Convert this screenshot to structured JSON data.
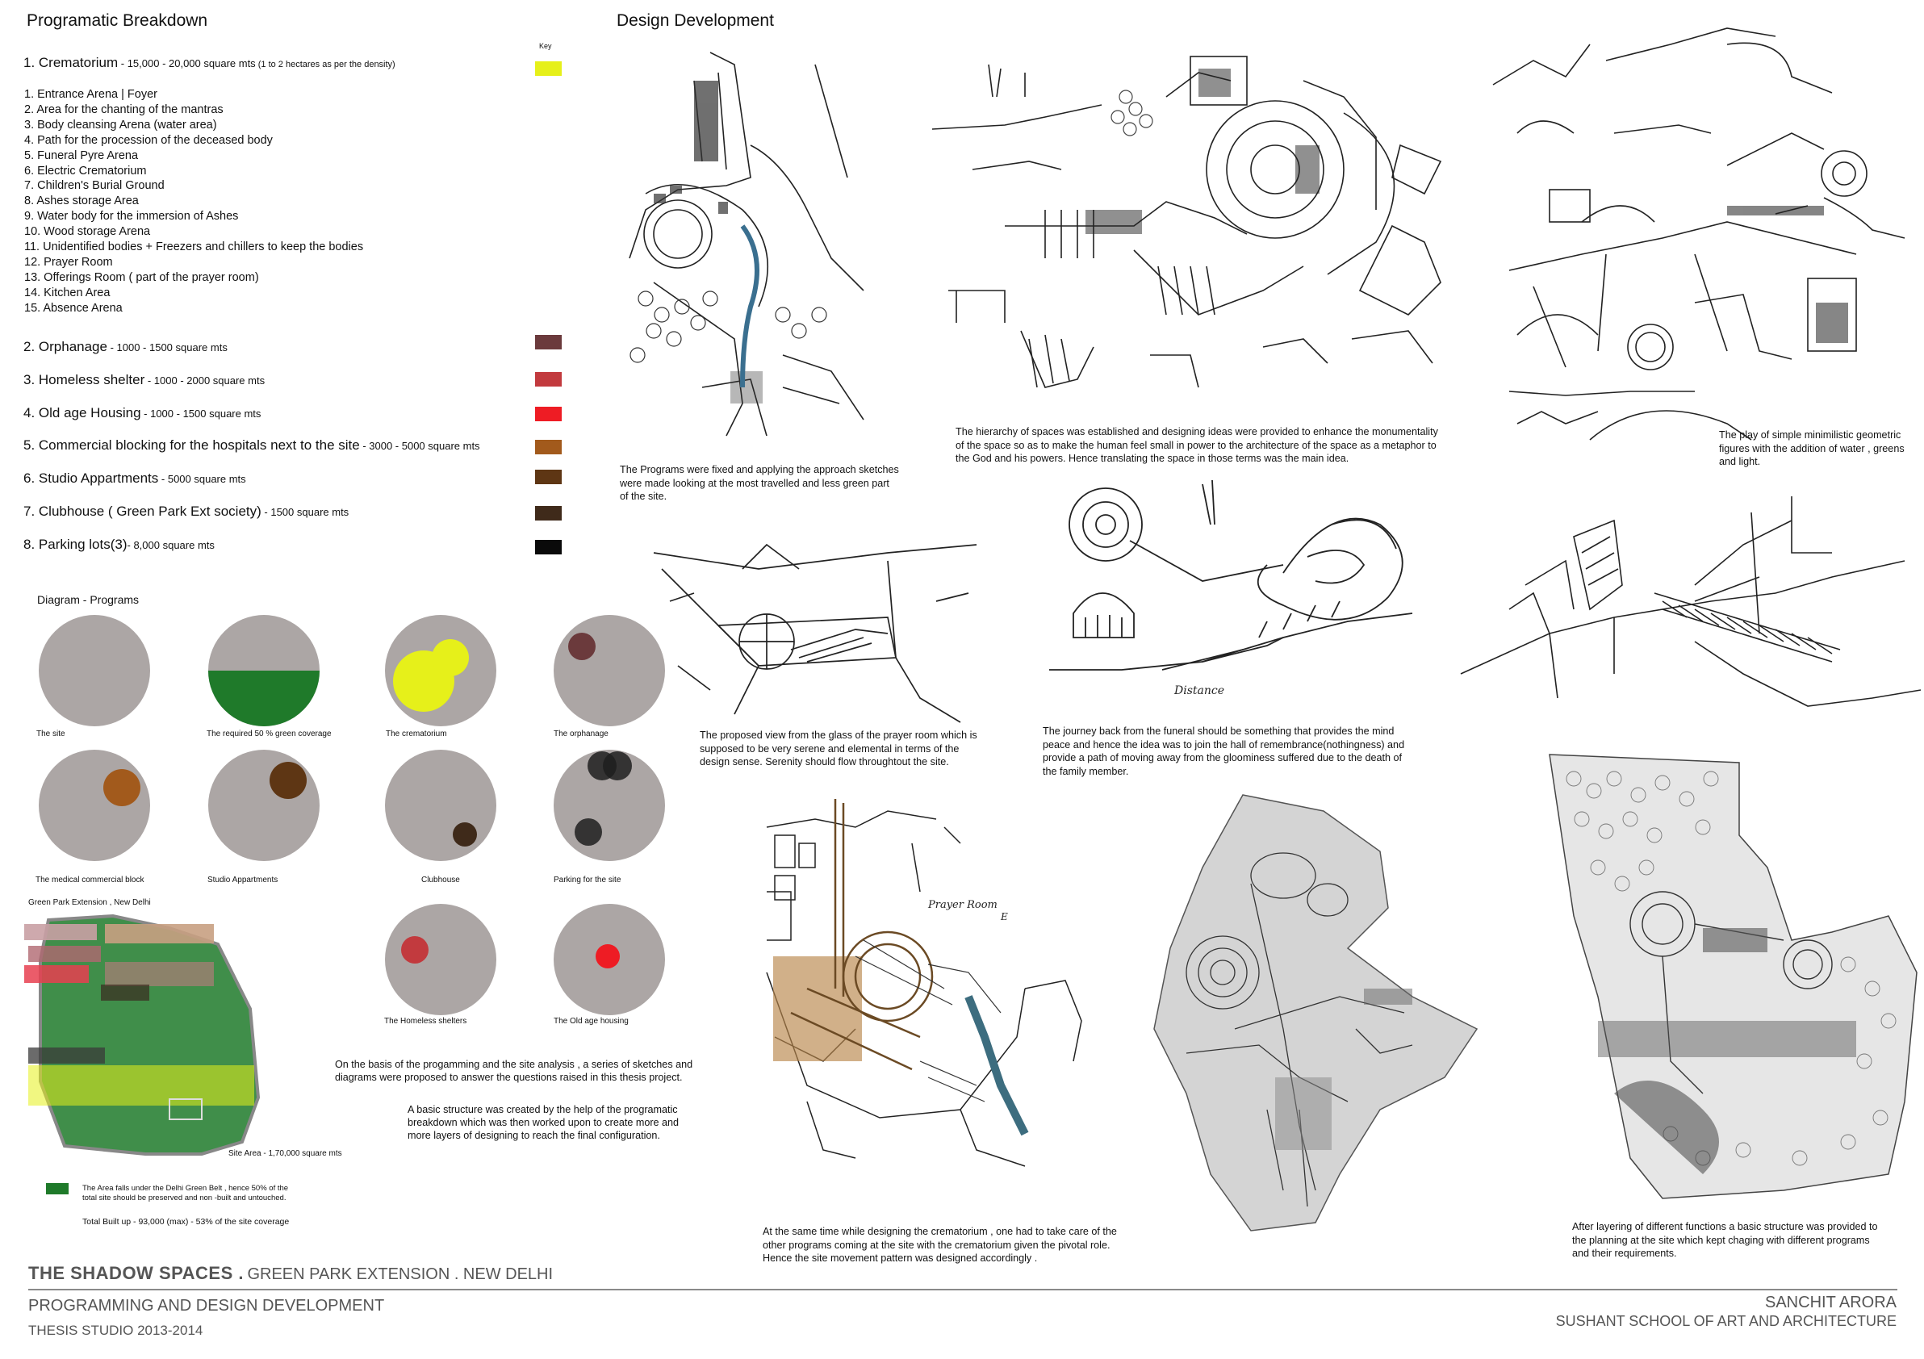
{
  "headings": {
    "programmatic": "Programatic Breakdown",
    "design_development": "Design Development",
    "key": "Key"
  },
  "crematorium": {
    "title": "1. Crematorium",
    "area": " - 15,000 - 20,000 square mts",
    "note": " (1 to 2 hectares as per the density)",
    "key_color": "#e6f01a",
    "items": [
      "1. Entrance Arena | Foyer",
      "2. Area for the chanting of the mantras",
      "3. Body cleansing Arena (water area)",
      "4. Path for the procession of the deceased body",
      "5. Funeral Pyre Arena",
      "6. Electric Crematorium",
      "7. Children's Burial Ground",
      "8. Ashes storage Area",
      "9. Water body for the immersion of Ashes",
      "10. Wood storage Arena",
      "11. Unidentified bodies + Freezers and chillers to keep the bodies",
      "12. Prayer Room",
      "13. Offerings Room ( part of the prayer room)",
      "14. Kitchen Area",
      "15. Absence Arena"
    ]
  },
  "programs": [
    {
      "title": "2. Orphanage",
      "area": " - 1000 - 1500 square mts",
      "color": "#6b3a3c"
    },
    {
      "title": "3. Homeless shelter",
      "area": " - 1000 - 2000 square mts",
      "color": "#c23a3e"
    },
    {
      "title": "4. Old age Housing",
      "area": " - 1000 - 1500 square mts",
      "color": "#ee1c24"
    },
    {
      "title": "5. Commercial blocking for the hospitals next to the site",
      "area": " - 3000 - 5000 square mts",
      "color": "#a25a1c"
    },
    {
      "title": "6. Studio Appartments",
      "area": " - 5000 square mts",
      "color": "#5e3614"
    },
    {
      "title": "7. Clubhouse ( Green Park Ext society)",
      "area": " - 1500 square mts",
      "color": "#3f2a1a"
    },
    {
      "title": "8. Parking lots(3)",
      "area": "- 8,000 square mts",
      "color": "#0a0a0a"
    }
  ],
  "diagram": {
    "heading": "Diagram - Programs",
    "circles": [
      "The site",
      "The required 50 % green coverage",
      "The crematorium",
      "The orphanage",
      "The medical commercial block",
      "Studio Appartments",
      "Clubhouse",
      "Parking for the site",
      "The Homeless shelters",
      "The Old age housing"
    ]
  },
  "site": {
    "label": "Green Park Extension , New Delhi",
    "area_label": "Site Area - 1,70,000 square mts",
    "legend_text_1": "The Area falls under the Delhi Green Belt , hence 50% of the",
    "legend_text_2": "total site should be preserved and non -built and untouched.",
    "total_builtup": "Total Built up - 93,000 (max) - 53% of the site coverage",
    "green_color": "#1f7a2a"
  },
  "paragraphs": {
    "basis_1": "On the basis of the progamming and the site analysis , a series of sketches and",
    "basis_2": "diagrams were proposed to answer the questions raised in this thesis project.",
    "structure_1": "A basic structure was created by the help of the programatic",
    "structure_2": "breakdown which was then worked upon to create more and",
    "structure_3": "more layers of designing to reach the final configuration."
  },
  "captions": {
    "c1_1": "The Programs were fixed and applying the approach sketches",
    "c1_2": "were made looking at the most travelled and less green part",
    "c1_3": "of the site.",
    "c2_1": "The hierarchy of spaces was established and designing ideas were provided to enhance the monumentality",
    "c2_2": "of the space so as to make the human feel small in power to the architecture of the space as a metaphor to",
    "c2_3": "the God and his powers. Hence translating the space in those terms was the main idea.",
    "c3_1": "The play of simple minimilistic geometric",
    "c3_2": "figures with the addition of water , greens",
    "c3_3": "and light.",
    "c4_1": "The proposed view from the glass of the prayer room which is",
    "c4_2": "supposed to be very serene and elemental in terms of the",
    "c4_3": "design sense. Serenity should flow throughtout the site.",
    "c5_1": "The journey back from the funeral should be something that provides the mind",
    "c5_2": "peace and hence the idea was to join the hall of remembrance(nothingness) and",
    "c5_3": "provide a path of moving away from the gloominess suffered due to the death of",
    "c5_4": "the family member.",
    "c6_1": "At the same time while designing the crematorium , one had to take care of the",
    "c6_2": "other programs coming at the site with the crematorium given the pivotal role.",
    "c6_3": "Hence the site movement pattern was designed accordingly .",
    "c7_1": "After layering of different functions a basic structure was provided to",
    "c7_2": "the planning at the site which kept chaging with different programs",
    "c7_3": "and their requirements."
  },
  "sketch_notes": {
    "distance": "Distance",
    "prayer_room": "Prayer Room",
    "e_mark": "E"
  },
  "footer": {
    "project": "THE SHADOW SPACES .",
    "location": "GREEN PARK EXTENSION . NEW DELHI",
    "subtitle": "PROGRAMMING AND DESIGN DEVELOPMENT",
    "studio": "THESIS STUDIO 2013-2014",
    "author": "SANCHIT ARORA",
    "school": "SUSHANT SCHOOL OF ART AND ARCHITECTURE"
  }
}
